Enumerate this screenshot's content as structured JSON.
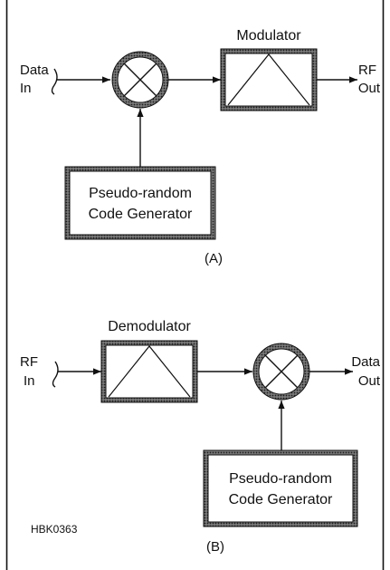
{
  "panel_a": {
    "input_label_line1": "Data",
    "input_label_line2": "In",
    "modulator_label": "Modulator",
    "output_label_line1": "RF",
    "output_label_line2": "Out",
    "generator_label_line1": "Pseudo-random",
    "generator_label_line2": "Code Generator",
    "caption": "(A)"
  },
  "panel_b": {
    "input_label_line1": "RF",
    "input_label_line2": "In",
    "demodulator_label": "Demodulator",
    "output_label_line1": "Data",
    "output_label_line2": "Out",
    "generator_label_line1": "Pseudo-random",
    "generator_label_line2": "Code Generator",
    "caption": "(B)"
  },
  "figure_code": "HBK0363"
}
